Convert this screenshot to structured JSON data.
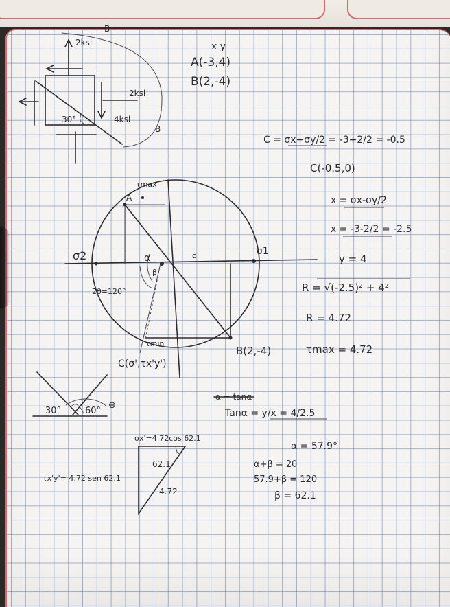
{
  "sketch": {
    "stress_element": {
      "ksi_top": "2ksi",
      "ksi_right": "2ksi",
      "ksi_bottom": "4ksi",
      "angle": "30°",
      "point_label_top": "B",
      "point_label_right": "B"
    },
    "points": {
      "xy_header": "x y",
      "point_a": "A(-3,4)",
      "point_b": "B(2,-4)"
    },
    "mohr": {
      "tau_max": "τmax",
      "point_a": "A",
      "sigma_2": "σ2",
      "sigma_1": "σ1",
      "two_theta": "2θ=120°",
      "alpha": "α",
      "beta": "β",
      "center": "c",
      "tau_min": "τmin",
      "point_b": "B(2,-4)",
      "point_c": "C(σ',τx'y')"
    },
    "angle_sketch": {
      "left": "30°",
      "right": "60°",
      "marker": "⊖"
    },
    "triangle": {
      "sigma_label": "σx'=4.72cos 62.1",
      "angle": "62.1",
      "hyp": "4.72",
      "tau_label": "τx'y'= 4.72 sen 62.1"
    }
  },
  "calc": {
    "c_formula": "C = σx+σy/2 = -3+2/2 = -0.5",
    "c_point": "C(-0.5,0)",
    "x_formula": "x = σx-σy/2",
    "x_value": "x = -3-2/2 = -2.5",
    "y_value": "y = 4",
    "r_formula": "R = √(-2.5)² + 4²",
    "r_value": "R = 4.72",
    "tau_max": "τmax = 4.72",
    "struck": "α = tanα",
    "tan_formula": "Tanα = y/x = 4/2.5",
    "alpha_value": "α = 57.9°",
    "sum_formula": "α+β = 2θ",
    "sum_value": "57.9+β = 120",
    "beta_value": "β = 62.1"
  }
}
